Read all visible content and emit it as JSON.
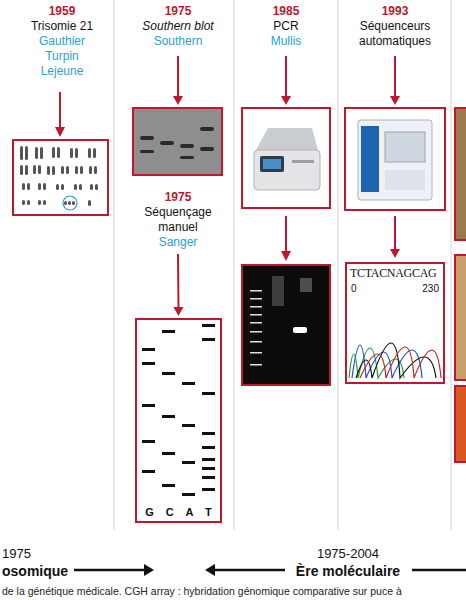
{
  "diagram": {
    "caption": "de la génétique médicale. CGH array : hybridation génomique comparative sur puce à",
    "nodes": [
      {
        "text": [
          "1959",
          "Trisomie 21",
          "Gauthier Turpin Lejeune"
        ]
      },
      {
        "text": [
          "1975",
          "Southern blot",
          "Southern"
        ]
      },
      {
        "text": [
          "1975",
          "Séquençage manuel",
          "Sanger"
        ]
      },
      {
        "text": [
          "1985",
          "PCR",
          "Mullis"
        ]
      },
      {
        "text": [
          "1993",
          "Séquenceurs automatiques"
        ]
      },
      {
        "text": [
          "G C A T"
        ]
      },
      {
        "text": [
          "TCTACNAGCAG",
          "0",
          "230"
        ]
      }
    ],
    "edges": [
      {
        "from": 2,
        "to": 5,
        "arrow": "to"
      }
    ],
    "labels": [
      "1975",
      "osomique",
      "1975-2004",
      "Ère moléculaire"
    ]
  }
}
